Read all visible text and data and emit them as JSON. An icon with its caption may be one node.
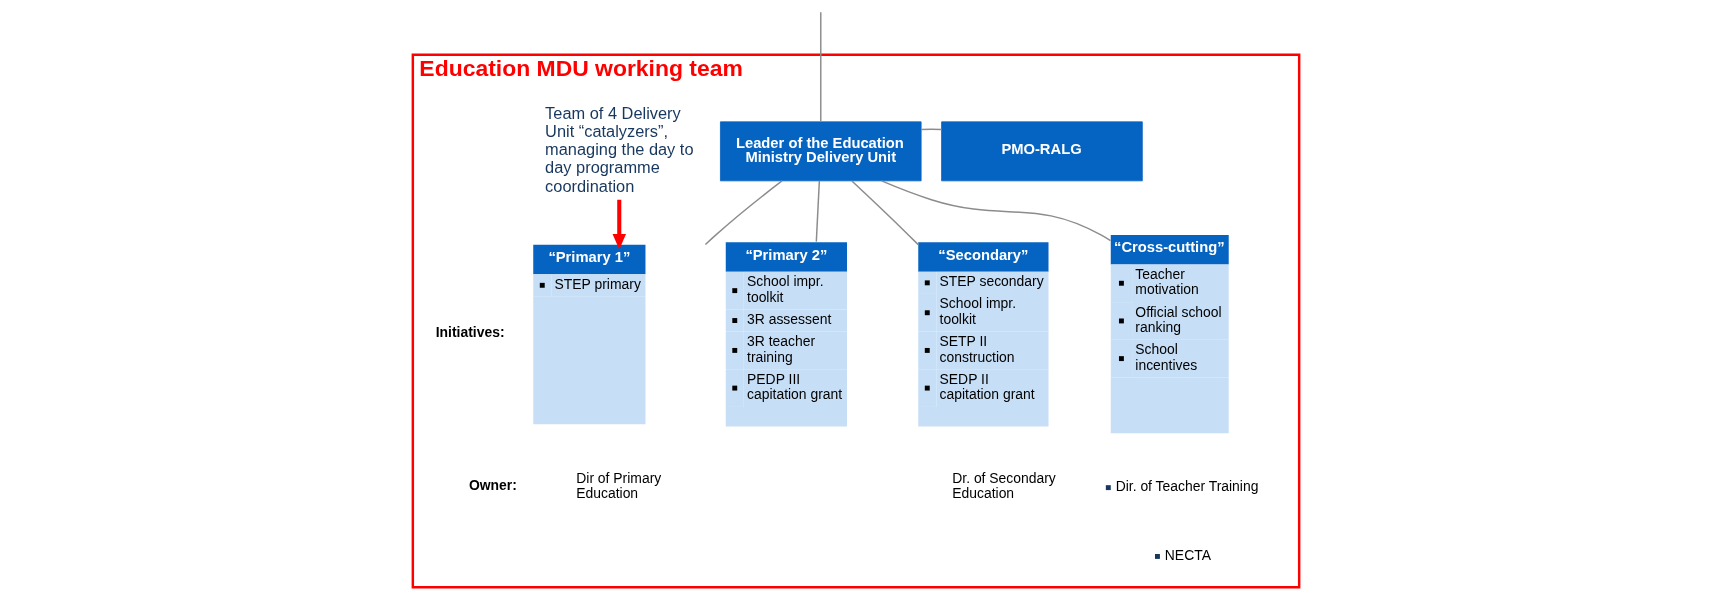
{
  "diagram": {
    "nodes": [
      {
        "text": [
          "Education MDU working team"
        ]
      },
      {
        "text": [
          "Team of 4 Delivery Unit “catalyzers”, managing the day to day programme coordination"
        ],
        "in": 0
      },
      {
        "text": [
          "Leader of the Education Ministry Delivery Unit"
        ],
        "in": 0
      },
      {
        "text": [
          "PMO-RALG"
        ],
        "in": 0
      },
      {
        "text": [
          "“Primary 1”",
          "STEP primary"
        ],
        "in": 0
      },
      {
        "text": [
          "“Primary 2”",
          "School impr. toolkit",
          "3R assessent",
          "3R teacher training",
          "PEDP III capitation grant"
        ],
        "in": 0
      },
      {
        "text": [
          "“Secondary”",
          "STEP secondary",
          "School impr. toolkit",
          "SETP II construction",
          "SEDP II capitation grant"
        ],
        "in": 0
      },
      {
        "text": [
          "“Cross-cutting”",
          "Teacher motivation",
          "Official school ranking",
          "School incentives"
        ],
        "in": 0
      }
    ],
    "edges": [
      {
        "from": null,
        "to": 2,
        "arrow": "none"
      },
      {
        "from": 2,
        "to": 3,
        "arrow": "none"
      },
      {
        "from": 2,
        "to": 4,
        "arrow": "none"
      },
      {
        "from": 2,
        "to": 5,
        "arrow": "none"
      },
      {
        "from": 2,
        "to": 6,
        "arrow": "none"
      },
      {
        "from": 2,
        "to": 7,
        "arrow": "none"
      },
      {
        "from": 1,
        "to": 4,
        "arrow": "to",
        "style": "thick",
        "color": "#ff0000"
      }
    ],
    "labels": [
      "Initiatives:",
      "Owner:",
      "Dir of Primary Education",
      "Dr. of Secondary Education",
      "Dir. of Teacher Training",
      "NECTA"
    ]
  }
}
